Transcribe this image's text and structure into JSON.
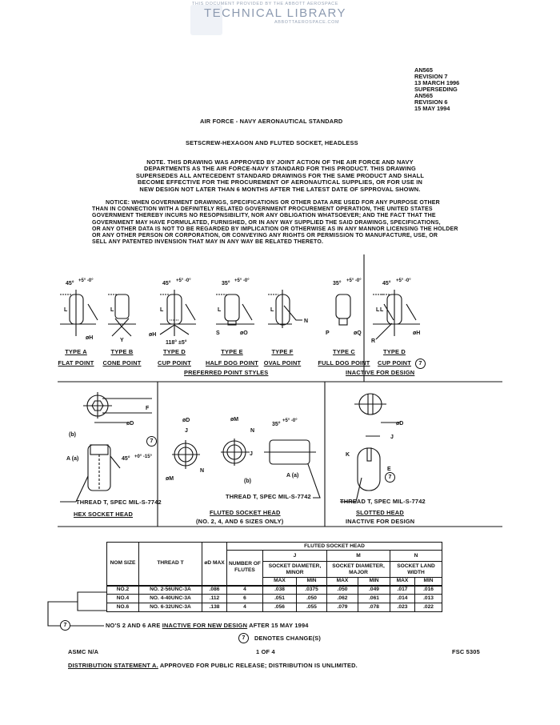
{
  "watermark": {
    "line1": "THIS DOCUMENT PROVIDED BY THE ABBOTT AEROSPACE",
    "line2": "TECHNICAL LIBRARY",
    "line3": "ABBOTTAEROSPACE.COM"
  },
  "revision_block": [
    "AN565",
    "REVISION 7",
    "13 MARCH 1996",
    "SUPERSEDING",
    "AN565",
    "REVISION 6",
    "15 MAY 1994"
  ],
  "header": {
    "standard": "AIR FORCE - NAVY AERONAUTICAL STANDARD",
    "title": "SETSCREW-HEXAGON AND FLUTED SOCKET, HEADLESS"
  },
  "note": [
    "NOTE. THIS DRAWING WAS APPROVED BY JOINT ACTION OF THE AIR FORCE AND NAVY",
    "DEPARTMENTS AS THE AIR FORCE-NAVY STANDARD FOR THIS PRODUCT.  THIS DRAWING",
    "SUPERSEDES ALL ANTECEDENT STANDARD DRAWINGS FOR THE SAME PRODUCT AND SHALL",
    "BECOME EFFECTIVE FOR THE PROCUREMENT OF AERONAUTICAL SUPPLIES, OR FOR USE IN",
    "NEW DESIGN NOT LATER THAN 6 MONTHS AFTER THE LATEST DATE OF SPPROVAL SHOWN."
  ],
  "notice": [
    "NOTICE:  WHEN GOVERNMENT DRAWINGS, SPECIFICATIONS OR OTHER DATA ARE USED FOR ANY PURPOSE OTHER",
    "THAN IN CONNECTION WITH A DEFINITELY RELATED GOVERNMENT PROCUREMENT OPERATION, THE UNITED STATES",
    "GOVERNMENT THEREBY INCURS NO RESOPNSIBILITY, NOR ANY OBLIGATION WHATSOEVER; AND THE FACT THAT THE",
    "GOVERNMENT MAY HAVE FORMULATED, FURNISHED, OR IN ANY WAY SUPPLIED THE SAID DRAWINGS, SPECIFICATIONS,",
    "OR ANY OTHER DATA IS NOT TO BE REGARDED BY IMPLICATION OR OTHERWISE AS IN ANY MANNOR LICENSING THE HOLDER",
    "OR ANY OTHER PERSON OR CORPORATION, OR CONVEYING ANY RIGHTS OR PERMISSION TO MANUFACTURE, USE, OR",
    "SELL ANY PATENTED INVENSION THAT MAY IN ANY WAY BE RELATED THERETO."
  ],
  "point_styles": {
    "preferred_caption": "PREFERRED POINT STYLES",
    "inactive_caption": "INACTIVE FOR DESIGN",
    "items": [
      {
        "type": "TYPE A",
        "name": "FLAT POINT",
        "angle": "45°",
        "tol": "+5° -0°",
        "dim": "øH"
      },
      {
        "type": "TYPE B",
        "name": "CONE POINT",
        "dim": "Y"
      },
      {
        "type": "TYPE D",
        "name": "CUP POINT",
        "angle": "45°",
        "tol": "+5° -0°",
        "dim": "øH",
        "cone": "118° ±5°"
      },
      {
        "type": "TYPE E",
        "name": "HALF DOG POINT",
        "angle": "35°",
        "tol": "+5° -0°",
        "dim": "øO",
        "dim2": "S"
      },
      {
        "type": "TYPE F",
        "name": "OVAL POINT",
        "dim": "N"
      },
      {
        "type": "TYPE C",
        "name": "FULL DOG POINT",
        "angle": "35°",
        "tol": "+5° -0°",
        "dim": "øQ",
        "dim2": "P"
      },
      {
        "type": "TYPE D",
        "name": "CUP POINT",
        "angle": "45°",
        "tol": "+5° -0°",
        "dim": "øH",
        "dim2": "R"
      }
    ],
    "length_label": "L"
  },
  "heads": {
    "hex": {
      "thread": "THREAD T, SPEC MIL-S-7742",
      "caption": "HEX SOCKET HEAD",
      "f": "F",
      "d": "øD",
      "b": "(b)",
      "a": "A (a)",
      "angle": "45°",
      "tol": "+0° -15°"
    },
    "fluted": {
      "thread": "THREAD T, SPEC MIL-S-7742",
      "caption": "FLUTED SOCKET HEAD",
      "sub": "(NO. 2, 4, AND 6 SIZES ONLY)",
      "d": "øD",
      "j": "J",
      "m": "øM",
      "n": "N",
      "b": "(b)",
      "a": "A (a)",
      "angle": "35°",
      "tol": "+5° -0°"
    },
    "slotted": {
      "thread": "THREAD T, SPEC MIL-S-7742",
      "caption": "SLOTTED HEAD",
      "sub": "INACTIVE FOR DESIGN",
      "d": "øD",
      "j": "J",
      "k": "K",
      "e": "E"
    }
  },
  "change_marker": "7",
  "table": {
    "group_header": "FLUTED SOCKET HEAD",
    "col_nom": "NOM SIZE",
    "col_thread": "THREAD T",
    "col_d": "øD MAX",
    "col_flutes": "NUMBER OF FLUTES",
    "j": {
      "letter": "J",
      "desc": "SOCKET DIAMETER, MINOR"
    },
    "m": {
      "letter": "M",
      "desc": "SOCKET DIAMETER, MAJOR"
    },
    "n": {
      "letter": "N",
      "desc": "SOCKET LAND WIDTH"
    },
    "max": "MAX",
    "min": "MIN",
    "rows": [
      [
        "NO.2",
        "NO. 2-56UNC-3A",
        ".086",
        "4",
        ".038",
        ".0375",
        ".050",
        ".049",
        ".017",
        ".016"
      ],
      [
        "NO.4",
        "NO. 4-40UNC-3A",
        ".112",
        "6",
        ".051",
        ".050",
        ".062",
        ".061",
        ".014",
        ".013"
      ],
      [
        "NO.6",
        "NO. 6-32UNC-3A",
        ".138",
        "4",
        ".056",
        ".055",
        ".079",
        ".078",
        ".023",
        ".022"
      ]
    ]
  },
  "footnote": {
    "pre": "NO'S 2 AND 6 ARE ",
    "underlined": "INACTIVE FOR NEW DESIGN",
    "post": " AFTER 15 MAY 1994"
  },
  "denotes": "DENOTES CHANGE(S)",
  "footer": {
    "asmc": "ASMC   N/A",
    "page": "1   OF   4",
    "fsc": "FSC   5305",
    "dist_label": "DISTRIBUTION STATEMENT A.",
    "dist_text": "  APPROVED FOR PUBLIC RELEASE; DISTRIBUTION IS UNLIMITED."
  }
}
